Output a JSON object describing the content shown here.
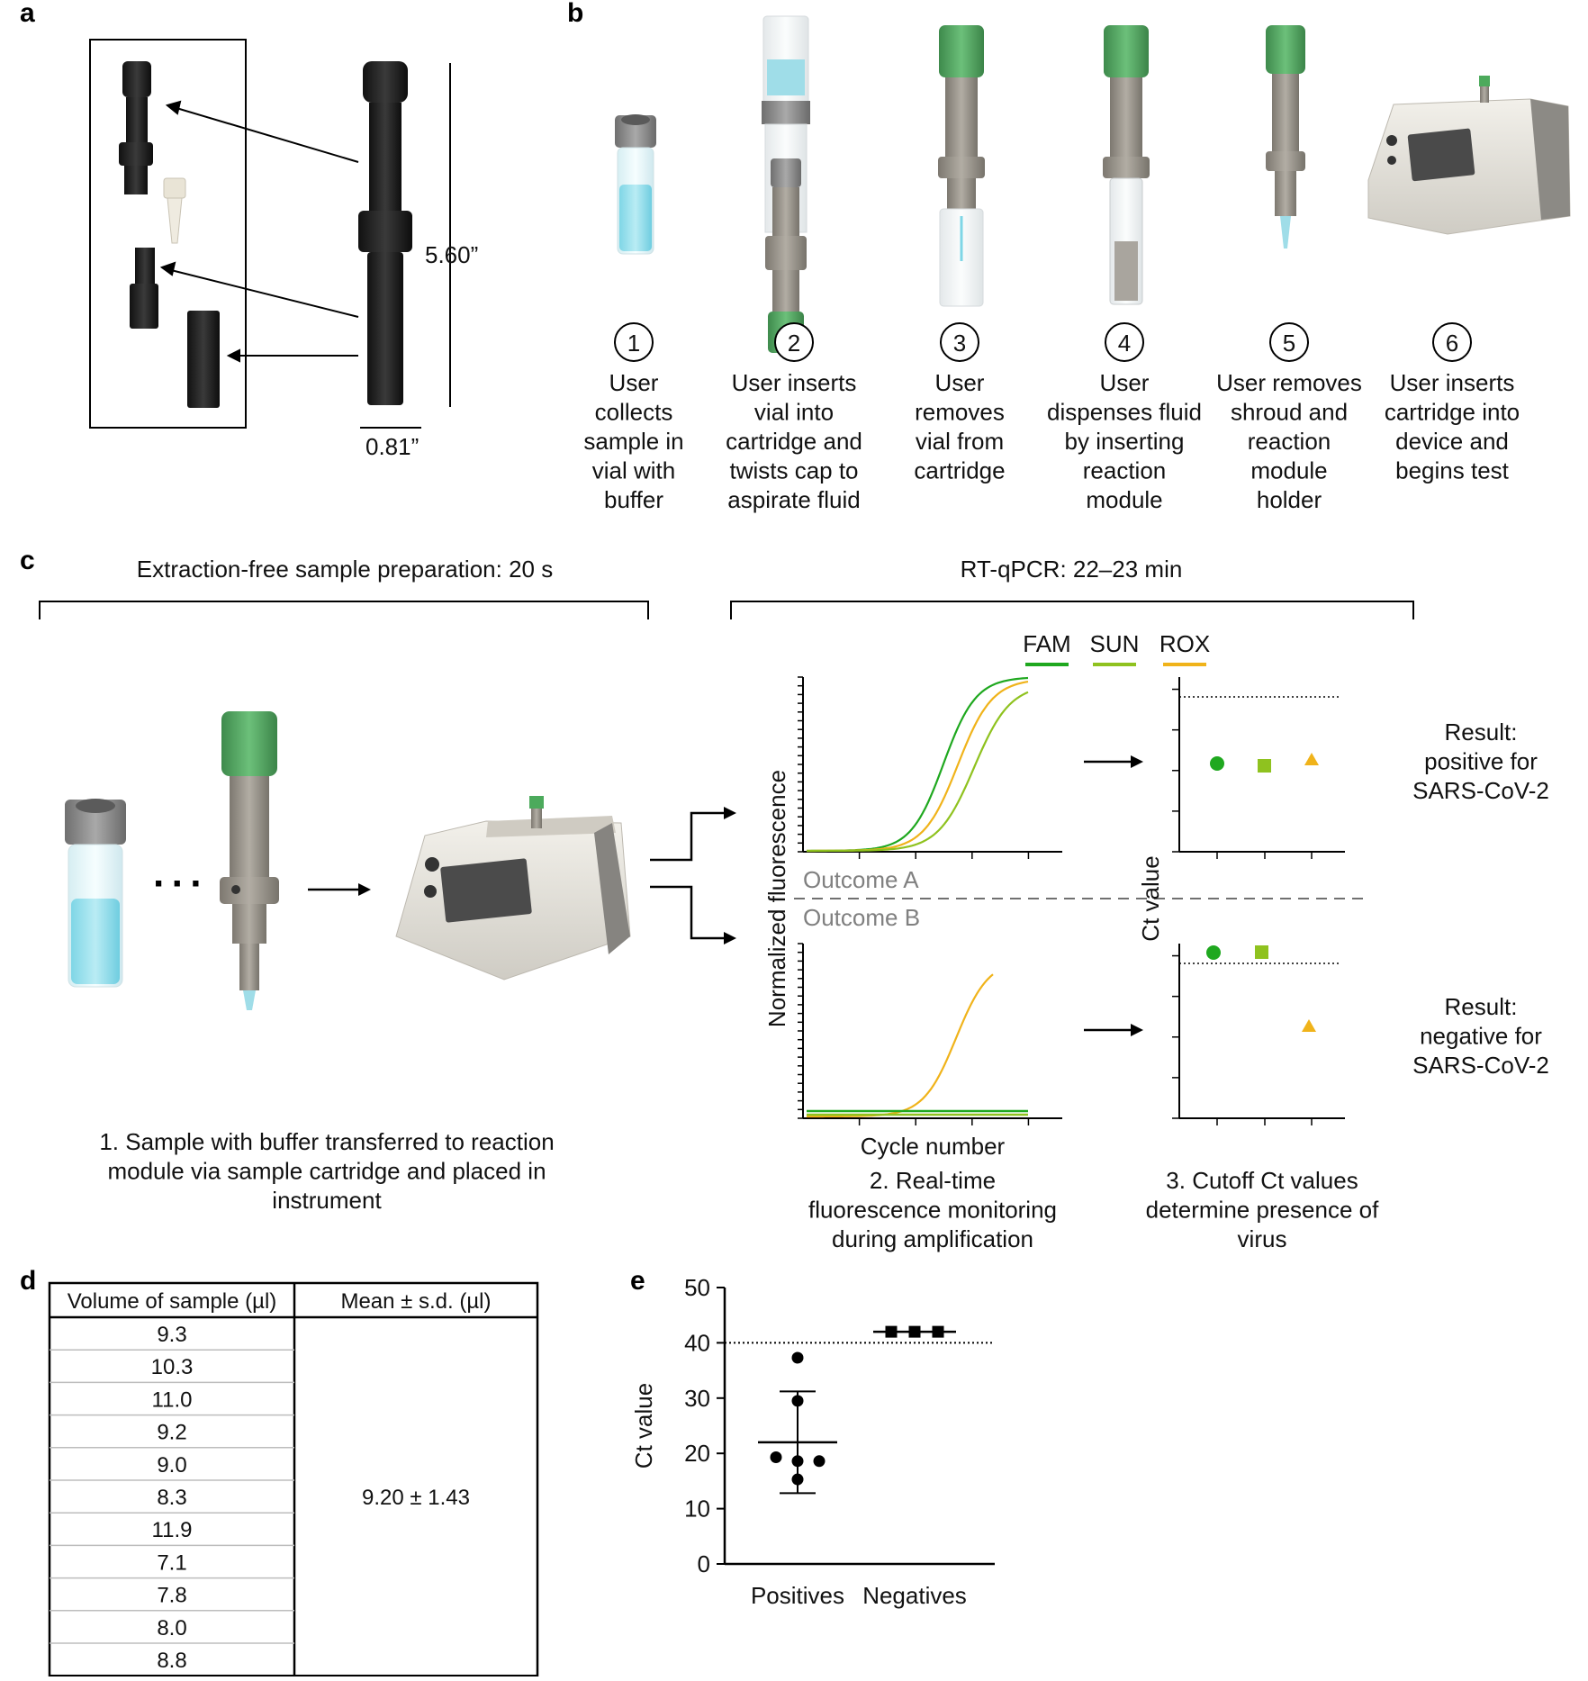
{
  "panel_a": {
    "label": "a",
    "dim_length": "5.60”",
    "dim_width": "0.81”"
  },
  "panel_b": {
    "label": "b",
    "steps": [
      {
        "num": "1",
        "lines": [
          "User",
          "collects",
          "sample in",
          "vial with",
          "buffer"
        ]
      },
      {
        "num": "2",
        "lines": [
          "User inserts",
          "vial into",
          "cartridge and",
          "twists cap to",
          "aspirate fluid"
        ]
      },
      {
        "num": "3",
        "lines": [
          "User",
          "removes",
          "vial from",
          "cartridge"
        ]
      },
      {
        "num": "4",
        "lines": [
          "User",
          "dispenses fluid",
          "by inserting",
          "reaction",
          "module"
        ]
      },
      {
        "num": "5",
        "lines": [
          "User removes",
          "shroud and",
          "reaction",
          "module",
          "holder"
        ]
      },
      {
        "num": "6",
        "lines": [
          "User inserts",
          "cartridge into",
          "device and",
          "begins test"
        ]
      }
    ]
  },
  "panel_c": {
    "label": "c",
    "left_header": "Extraction-free sample preparation: 20 s",
    "right_header": "RT-qPCR: 22–23 min",
    "legend": [
      {
        "name": "FAM",
        "color": "#1fa81f"
      },
      {
        "name": "SUN",
        "color": "#8fc21f"
      },
      {
        "name": "ROX",
        "color": "#f0b31a"
      }
    ],
    "dots": "···",
    "outcome_a": "Outcome A",
    "outcome_b": "Outcome B",
    "ylabel_left": "Normalized fluorescence",
    "xlabel_left": "Cycle number",
    "ylabel_right": "Ct value",
    "result_positive": [
      "Result:",
      "positive for",
      "SARS-CoV-2"
    ],
    "result_negative": [
      "Result:",
      "negative for",
      "SARS-CoV-2"
    ],
    "caption1": [
      "1. Sample with buffer transferred to reaction",
      "module via sample cartridge and placed in",
      "instrument"
    ],
    "caption2": [
      "2. Real-time",
      "fluorescence monitoring",
      "during amplification"
    ],
    "caption3": [
      "3. Cutoff Ct values",
      "determine presence of",
      "virus"
    ]
  },
  "panel_d": {
    "label": "d",
    "col1_header": "Volume of sample (µl)",
    "col2_header": "Mean ± s.d. (µl)",
    "rows": [
      "9.3",
      "10.3",
      "11.0",
      "9.2",
      "9.0",
      "8.3",
      "11.9",
      "7.1",
      "7.8",
      "8.0",
      "8.8"
    ],
    "mean_sd": "9.20 ± 1.43"
  },
  "chart_data": {
    "type": "scatter",
    "panel_label": "e",
    "title": "",
    "ylabel": "Ct value",
    "xlabel": "",
    "ylim": [
      0,
      50
    ],
    "yticks": [
      0,
      10,
      20,
      30,
      40,
      50
    ],
    "categories": [
      "Positives",
      "Negatives"
    ],
    "cutoff": 40,
    "series": [
      {
        "category": "Positives",
        "marker": "circle",
        "values": [
          37.3,
          29.5,
          19.3,
          18.6,
          18.6,
          15.3
        ],
        "mean": 22.0,
        "sd_low": 12.8,
        "sd_high": 31.2
      },
      {
        "category": "Negatives",
        "marker": "square",
        "values": [
          42,
          42,
          42
        ],
        "mean": 42.0
      }
    ],
    "grid": false
  }
}
